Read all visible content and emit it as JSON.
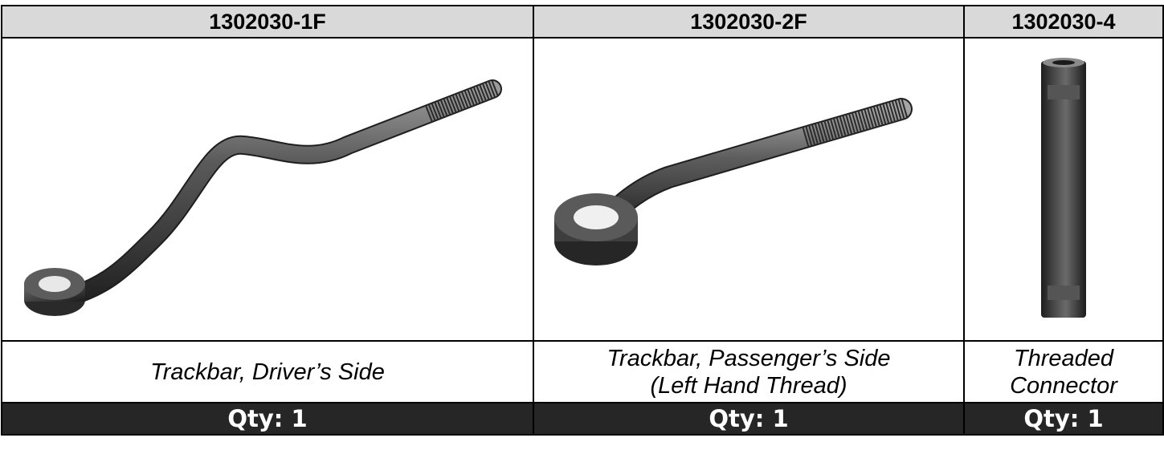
{
  "parts": [
    {
      "part_number": "1302030-1F",
      "image_icon": "trackbar-driver-side-image",
      "description_lines": [
        "Trackbar, Driver’s Side"
      ],
      "qty_label": "Qty: 1"
    },
    {
      "part_number": "1302030-2F",
      "image_icon": "trackbar-passenger-side-image",
      "description_lines": [
        "Trackbar, Passenger’s Side",
        "(Left Hand Thread)"
      ],
      "qty_label": "Qty: 1"
    },
    {
      "part_number": "1302030-4",
      "image_icon": "threaded-connector-image",
      "description_lines": [
        "Threaded",
        "Connector"
      ],
      "qty_label": "Qty: 1"
    }
  ],
  "colors": {
    "header_bg": "#d9d9d9",
    "qty_bg": "#262626",
    "qty_text": "#ffffff",
    "metal_dark": "#3a3a3a"
  }
}
